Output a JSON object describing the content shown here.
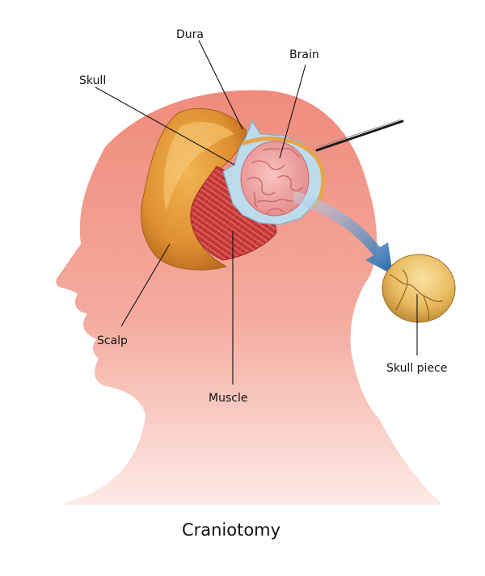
{
  "title": "Craniotomy",
  "labels": {
    "dura": "Dura",
    "brain": "Brain",
    "skull": "Skull",
    "scalp": "Scalp",
    "muscle": "Muscle",
    "skull_piece": "Skull piece"
  },
  "colors": {
    "head_top": "#ef8e7e",
    "head_bottom": "#fbe3df",
    "scalp": "#dc8b2e",
    "muscle": "#c8393a",
    "dura": "#bcdbea",
    "brain": "#f0a0a0",
    "bone": "#e6b85c",
    "arrow": "#2d74b4"
  }
}
